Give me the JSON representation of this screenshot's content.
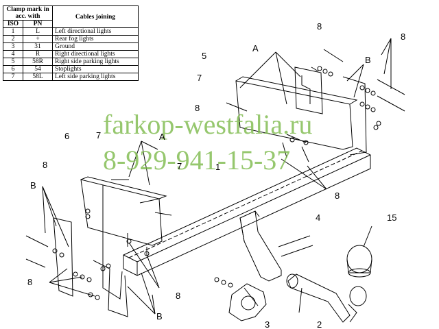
{
  "table": {
    "header_top": "Clamp mark in acc. with",
    "header_cables": "Cables joining",
    "header_iso": "ISO",
    "header_pn": "PN",
    "rows": [
      {
        "iso": "1",
        "pn": "L",
        "desc": "Left directional lights"
      },
      {
        "iso": "2",
        "pn": "+",
        "desc": "Rear fog lights"
      },
      {
        "iso": "3",
        "pn": "31",
        "desc": "Ground"
      },
      {
        "iso": "4",
        "pn": "R",
        "desc": "Right directional lights"
      },
      {
        "iso": "5",
        "pn": "58R",
        "desc": "Right side parking lights"
      },
      {
        "iso": "6",
        "pn": "54",
        "desc": "Stoplights"
      },
      {
        "iso": "7",
        "pn": "58L",
        "desc": "Left side parking lights"
      }
    ]
  },
  "watermark": {
    "site": "farkop-westfalia.ru",
    "phone": "8-929-941-15-37"
  },
  "callouts": {
    "n8_top": "8",
    "n8_right": "8",
    "n5": "5",
    "nA_top": "A",
    "nB_right": "B",
    "n7_top": "7",
    "n8_mid": "8",
    "n6": "6",
    "n7_mid": "7",
    "nA_mid": "A",
    "n7_mid2": "7",
    "n8_left": "8",
    "nB_left": "B",
    "n8_center": "8",
    "n4": "4",
    "n15": "15",
    "n8_bl": "8",
    "n8_bc": "8",
    "nB_bottom": "B",
    "n3": "3",
    "n2": "2",
    "n1": "1"
  }
}
